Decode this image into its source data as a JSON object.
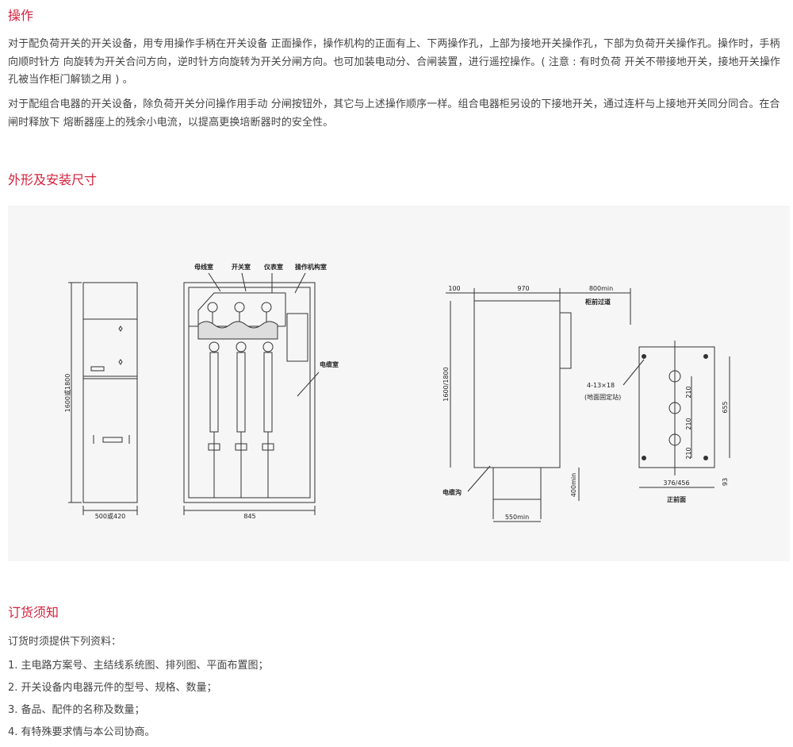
{
  "operation": {
    "title": "操作",
    "para1": "对于配负荷开关的开关设备，用专用操作手柄在开关设备 正面操作，操作机构的正面有上、下两操作孔，上部为接地开关操作孔，下部为负荷开关操作孔。操作时，手柄向顺时针方 向旋转为开关合问方向，逆时针方向旋转为开关分闸方向。也可加装电动分、合闸装置，进行遥控操作。( 注意 : 有时负荷 开关不带接地开关，接地开关操作孔被当作柜门解锁之用 ) 。",
    "para2": "对于配组合电器的开关设备，除负荷开关分问操作用手动 分闸按钮外，其它与上述操作顺序一样。组合电器柜另设的下接地开关，通过连杆与上接地开关同分同合。在合闸时释放下 熔断器座上的残余小电流，以提高更换培断器时的安全性。"
  },
  "dimensions": {
    "title": "外形及安装尺寸",
    "drawing": {
      "front_height": "1600或1800",
      "front_width": "500或420",
      "side_labels": [
        "母线室",
        "开关室",
        "仪表室",
        "操作机构室"
      ],
      "cable_room": "电缆室",
      "side_depth": "845",
      "plan_dim_100": "100",
      "plan_dim_970": "970",
      "plan_dim_800": "800min",
      "plan_corridor": "柜前过道",
      "plan_height": "1600/1800",
      "plan_trench": "电缆沟",
      "plan_trench_depth": "400min",
      "plan_trench_width": "550min",
      "base_holes": "4-13×18",
      "base_note": "(地面固定站)",
      "base_dims": [
        "210",
        "210",
        "210"
      ],
      "base_total": "655",
      "base_bottom": "93",
      "base_width": "376/456",
      "base_front": "正前面"
    }
  },
  "order": {
    "title": "订货须知",
    "intro": "订货时须提供下列资料：",
    "items": [
      "1. 主电路方案号、主结线系统图、排列图、平面布置图；",
      "2. 开关设备内电器元件的型号、规格、数量；",
      "3. 备品、配件的名称及数量；",
      "4. 有特殊要求情与本公司协商。"
    ]
  }
}
